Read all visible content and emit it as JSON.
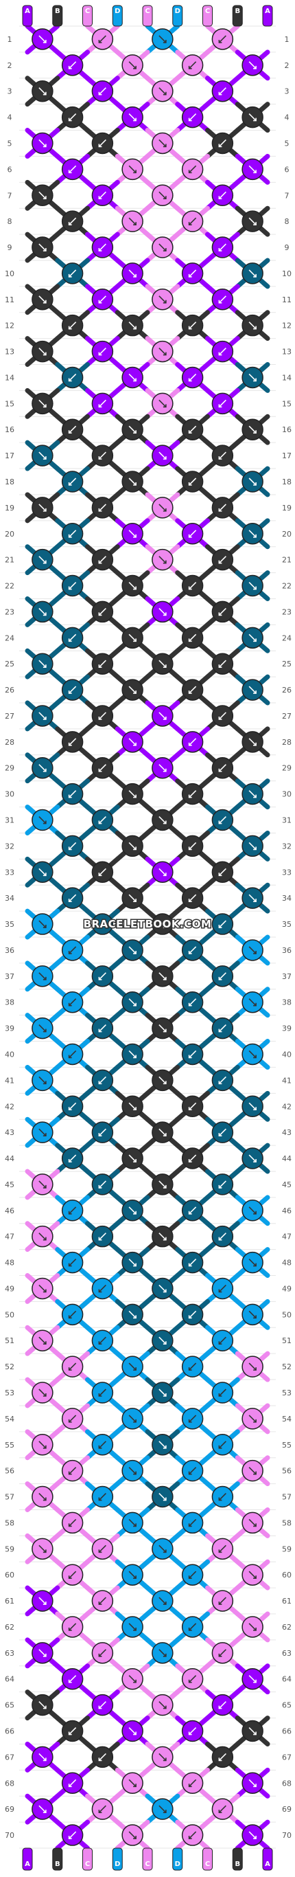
{
  "colors": {
    "A": "#9900ff",
    "B": "#333333",
    "C": "#ee88ee",
    "D": "#0aa0e8",
    "E": "#0b6080"
  },
  "strings": [
    "A",
    "B",
    "C",
    "D",
    "C",
    "D",
    "C",
    "B",
    "A"
  ],
  "string_colors_top": [
    "#9900ff",
    "#333333",
    "#ee88ee",
    "#0aa0e8",
    "#ee88ee",
    "#0aa0e8",
    "#ee88ee",
    "#333333",
    "#9900ff"
  ],
  "row_count": 70,
  "watermark": "BRACELETBOOK.COM",
  "knot_rows_colors": [
    [
      "A",
      "C",
      "D",
      "C",
      "A"
    ],
    [
      "A",
      "C",
      "C",
      "A"
    ],
    [
      "B",
      "A",
      "C",
      "A",
      "B"
    ],
    [
      "B",
      "A",
      "A",
      "B"
    ],
    [
      "A",
      "B",
      "C",
      "B",
      "A"
    ],
    [
      "A",
      "C",
      "C",
      "A"
    ],
    [
      "B",
      "A",
      "C",
      "A",
      "B"
    ],
    [
      "B",
      "C",
      "C",
      "B"
    ],
    [
      "B",
      "A",
      "C",
      "A",
      "B"
    ],
    [
      "E",
      "A",
      "A",
      "E"
    ],
    [
      "B",
      "A",
      "C",
      "A",
      "B"
    ],
    [
      "B",
      "B",
      "B",
      "B"
    ],
    [
      "B",
      "A",
      "C",
      "A",
      "B"
    ],
    [
      "E",
      "A",
      "A",
      "E"
    ],
    [
      "B",
      "A",
      "C",
      "A",
      "B"
    ],
    [
      "B",
      "B",
      "B",
      "B"
    ],
    [
      "E",
      "B",
      "A",
      "B",
      "E"
    ],
    [
      "E",
      "B",
      "B",
      "E"
    ],
    [
      "B",
      "B",
      "C",
      "B",
      "B"
    ],
    [
      "E",
      "A",
      "A",
      "E"
    ],
    [
      "E",
      "B",
      "C",
      "B",
      "E"
    ],
    [
      "E",
      "B",
      "B",
      "E"
    ],
    [
      "E",
      "B",
      "A",
      "B",
      "E"
    ],
    [
      "E",
      "B",
      "B",
      "E"
    ],
    [
      "E",
      "B",
      "B",
      "B",
      "E"
    ],
    [
      "E",
      "B",
      "B",
      "E"
    ],
    [
      "E",
      "B",
      "A",
      "B",
      "E"
    ],
    [
      "B",
      "A",
      "A",
      "B"
    ],
    [
      "E",
      "B",
      "A",
      "B",
      "E"
    ],
    [
      "E",
      "B",
      "B",
      "E"
    ],
    [
      "D",
      "E",
      "B",
      "E",
      "D"
    ],
    [
      "E",
      "B",
      "B",
      "E"
    ],
    [
      "E",
      "B",
      "A",
      "B",
      "E"
    ],
    [
      "E",
      "B",
      "B",
      "E"
    ],
    [
      "D",
      "E",
      "B",
      "E",
      "D"
    ],
    [
      "D",
      "E",
      "E",
      "D"
    ],
    [
      "D",
      "E",
      "B",
      "E",
      "D"
    ],
    [
      "D",
      "E",
      "E",
      "D"
    ],
    [
      "D",
      "E",
      "B",
      "E",
      "D"
    ],
    [
      "D",
      "E",
      "E",
      "D"
    ],
    [
      "D",
      "E",
      "B",
      "E",
      "D"
    ],
    [
      "E",
      "B",
      "B",
      "E"
    ],
    [
      "D",
      "E",
      "B",
      "E",
      "D"
    ],
    [
      "E",
      "B",
      "B",
      "E"
    ],
    [
      "C",
      "E",
      "B",
      "E",
      "C"
    ],
    [
      "D",
      "E",
      "E",
      "D"
    ],
    [
      "C",
      "E",
      "B",
      "E",
      "C"
    ],
    [
      "D",
      "E",
      "E",
      "D"
    ],
    [
      "C",
      "D",
      "E",
      "D",
      "C"
    ],
    [
      "D",
      "E",
      "E",
      "D"
    ],
    [
      "C",
      "D",
      "E",
      "D",
      "C"
    ],
    [
      "C",
      "D",
      "D",
      "C"
    ],
    [
      "C",
      "D",
      "E",
      "D",
      "C"
    ],
    [
      "C",
      "D",
      "D",
      "C"
    ],
    [
      "C",
      "D",
      "E",
      "D",
      "C"
    ],
    [
      "C",
      "D",
      "D",
      "C"
    ],
    [
      "C",
      "D",
      "E",
      "D",
      "C"
    ],
    [
      "C",
      "D",
      "D",
      "C"
    ],
    [
      "C",
      "C",
      "D",
      "C",
      "C"
    ],
    [
      "C",
      "D",
      "D",
      "C"
    ],
    [
      "A",
      "C",
      "D",
      "C",
      "A"
    ],
    [
      "C",
      "D",
      "D",
      "C"
    ],
    [
      "A",
      "C",
      "D",
      "C",
      "A"
    ],
    [
      "A",
      "C",
      "C",
      "A"
    ],
    [
      "B",
      "A",
      "C",
      "A",
      "B"
    ],
    [
      "B",
      "A",
      "A",
      "B"
    ],
    [
      "A",
      "B",
      "C",
      "B",
      "A"
    ],
    [
      "A",
      "C",
      "C",
      "A"
    ],
    [
      "A",
      "C",
      "D",
      "C",
      "A"
    ],
    [
      "A",
      "C",
      "C",
      "A"
    ]
  ]
}
